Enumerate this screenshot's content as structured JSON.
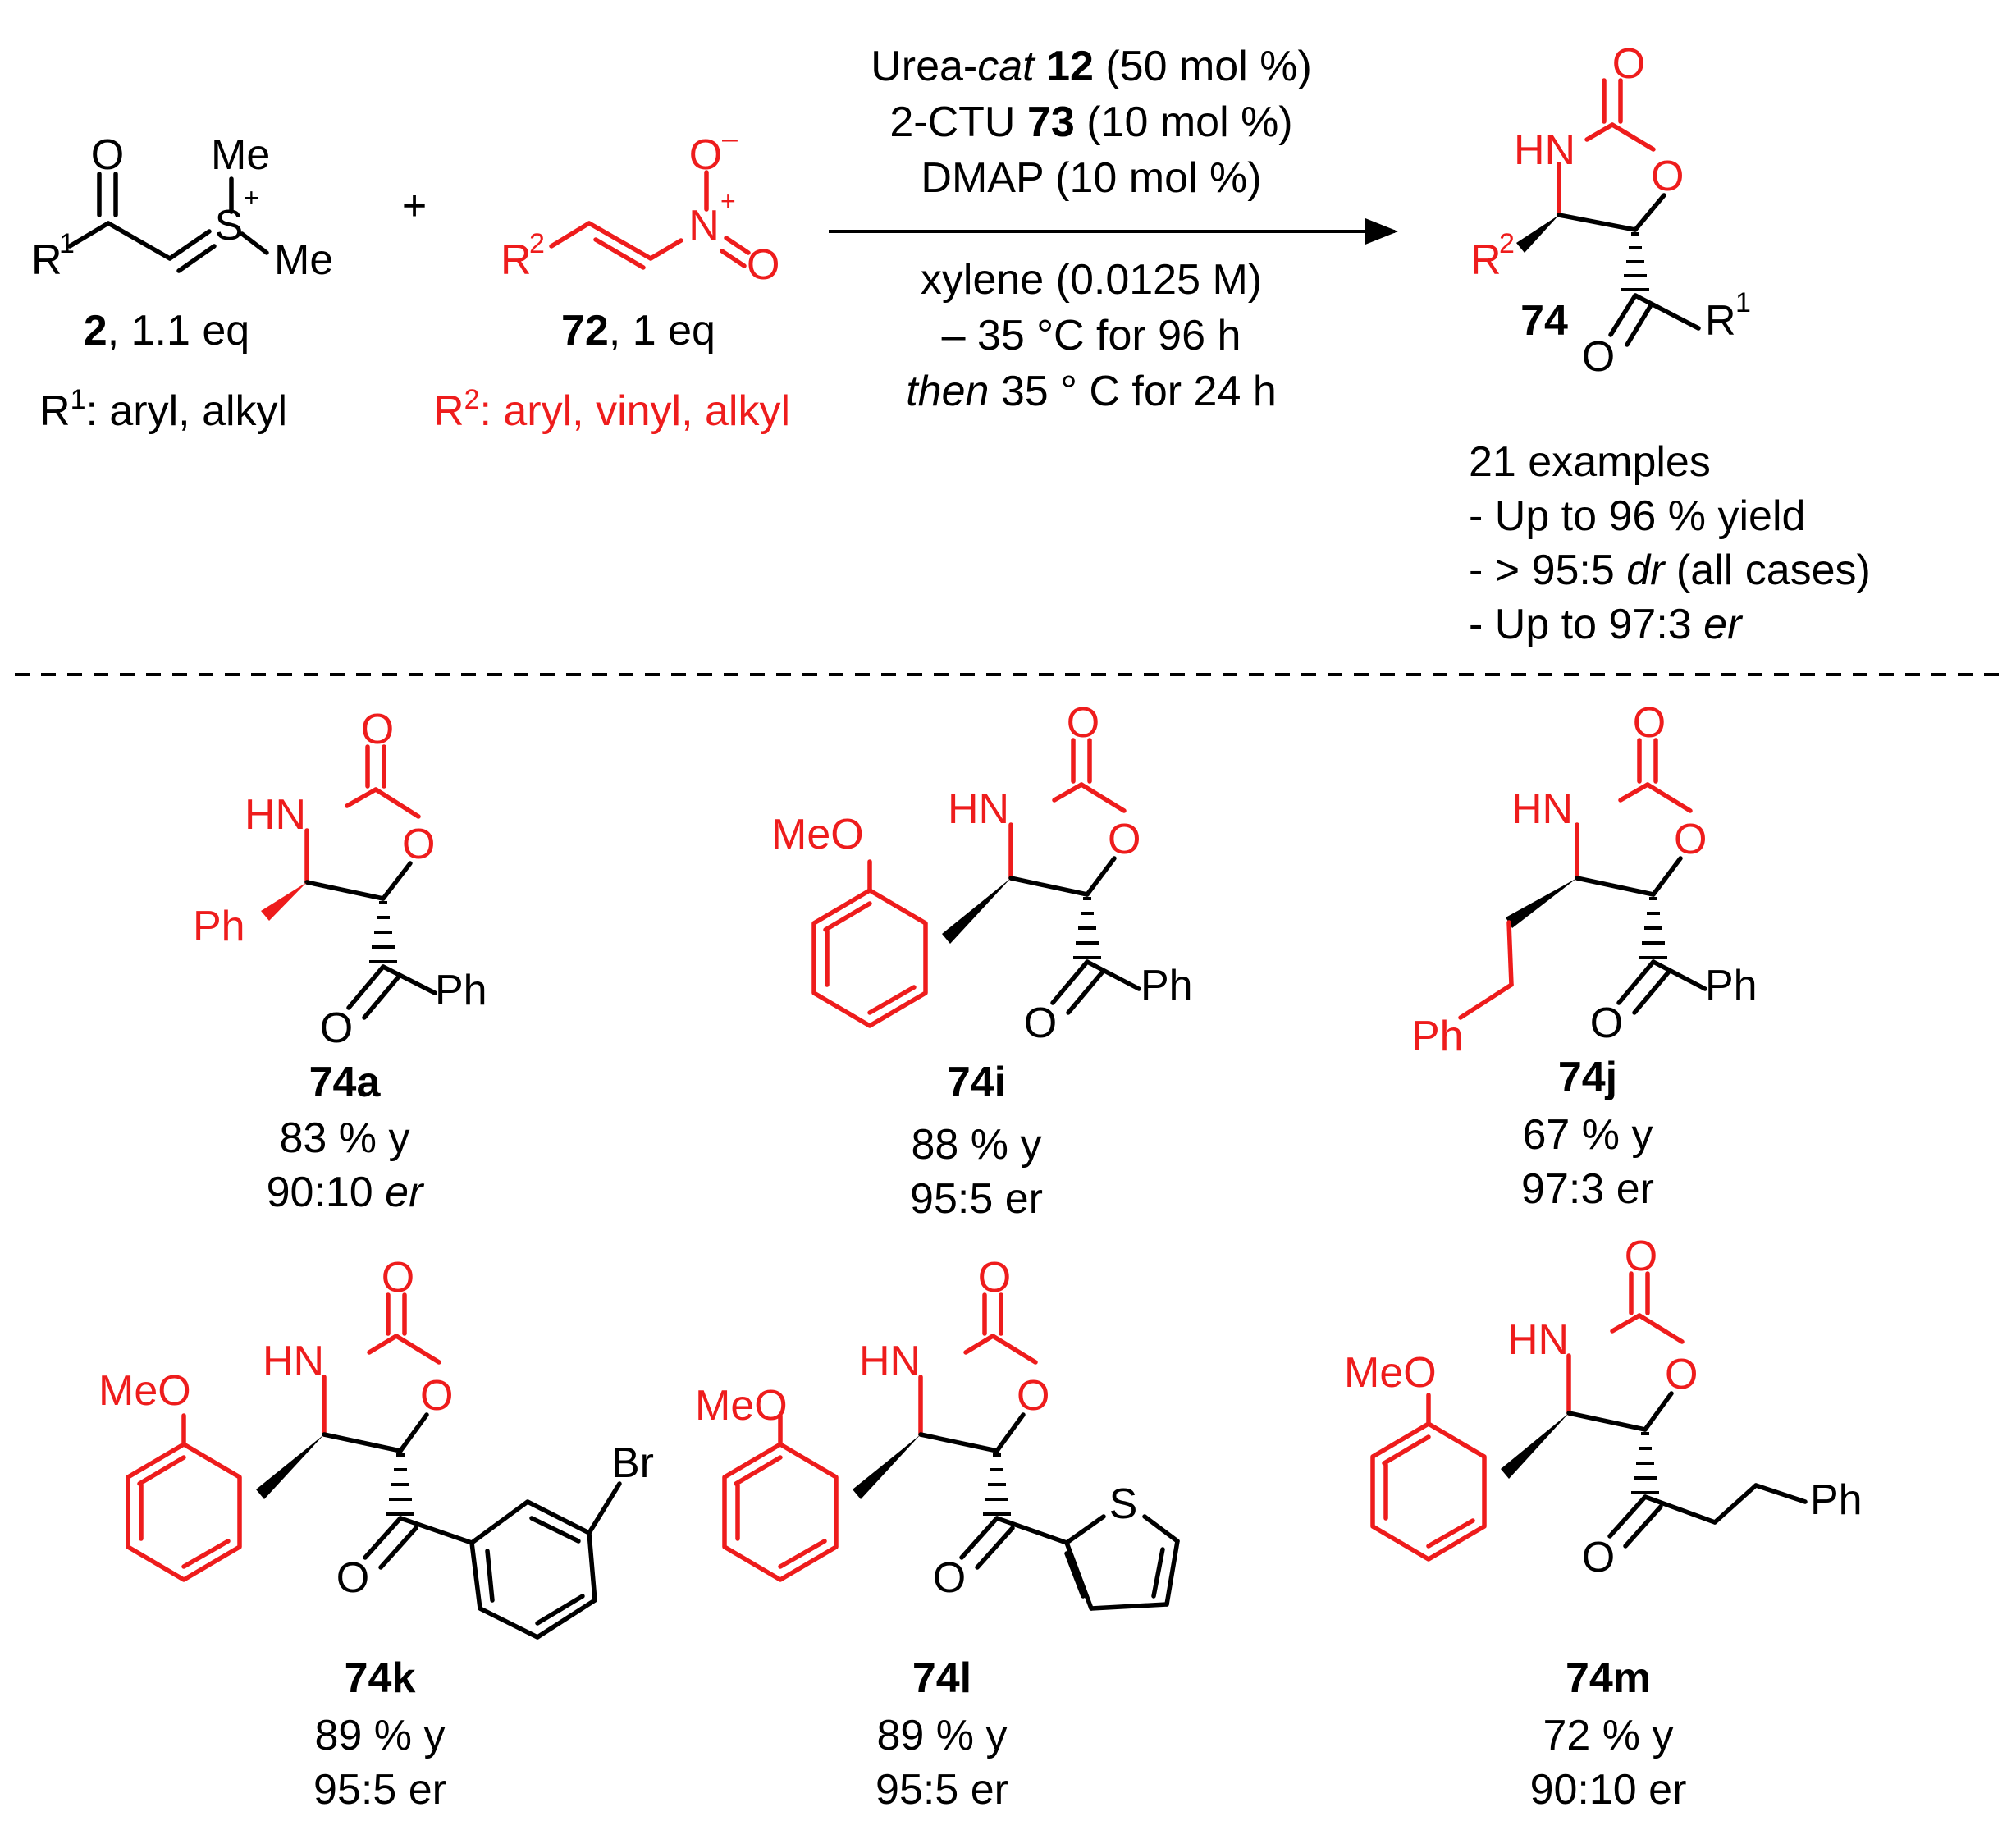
{
  "colors": {
    "highlight": "#ee1c1c",
    "text": "#000000"
  },
  "reactants": {
    "ylide": {
      "atoms": {
        "O": "O",
        "S": "S",
        "plus": "+",
        "Me1": "Me",
        "Me2": "Me",
        "R": "R",
        "R_sup": "1"
      },
      "compound_id": "2",
      "amount": ", 1.1 eq",
      "r_label": "R",
      "r_sup": "1",
      "r_desc": ": aryl, alkyl"
    },
    "plus_sign": "+",
    "nitroalkene": {
      "atoms": {
        "O_top": "O",
        "minus": "–",
        "N": "N",
        "plus": "+",
        "O_right": "O",
        "R": "R",
        "R_sup": "2"
      },
      "compound_id": "72",
      "amount": ", 1 eq",
      "r_label": "R",
      "r_sup": "2",
      "r_desc": ": aryl, vinyl, alkyl"
    }
  },
  "conditions": {
    "line1_a": "Urea-",
    "line1_b": "cat",
    "line1_c": "12",
    "line1_d": " (50 mol %)",
    "line2_a": "2-CTU ",
    "line2_b": "73",
    "line2_c": " (10 mol %)",
    "line3": "DMAP (10 mol %)",
    "line4": "xylene (0.0125 M)",
    "line5": "– 35 °C for 96 h",
    "line6_a": "then",
    "line6_b": " 35 ° C for 24 h"
  },
  "product": {
    "atoms": {
      "O_top": "O",
      "HN": "HN",
      "O_ring": "O",
      "R2": "R",
      "R2_sup": "2",
      "O_ketone": "O",
      "R1": "R",
      "R1_sup": "1"
    },
    "compound_id": "74",
    "summary": {
      "line1": "21 examples",
      "line2": "- Up to 96 % yield",
      "line3_a": "- > 95:5 ",
      "line3_b": "dr",
      "line3_c": " (all cases)",
      "line4_a": "- Up to 97:3 ",
      "line4_b": "er"
    }
  },
  "examples": [
    {
      "id": "74a",
      "yield": "83 % y",
      "er": "90:10 ",
      "er_suffix": "er",
      "aryl_label": "Ph",
      "acyl_label": "Ph",
      "O_top": "O",
      "HN": "HN",
      "O_ring": "O",
      "O_ketone": "O"
    },
    {
      "id": "74i",
      "yield": "88 % y",
      "er": "95:5 er",
      "meo": "MeO",
      "acyl_label": "Ph",
      "O_top": "O",
      "HN": "HN",
      "O_ring": "O",
      "O_ketone": "O"
    },
    {
      "id": "74j",
      "yield": "67 % y",
      "er": "97:3 er",
      "chain_label": "Ph",
      "acyl_label": "Ph",
      "O_top": "O",
      "HN": "HN",
      "O_ring": "O",
      "O_ketone": "O"
    },
    {
      "id": "74k",
      "yield": "89 % y",
      "er": "95:5 er",
      "meo": "MeO",
      "br": "Br",
      "O_top": "O",
      "HN": "HN",
      "O_ring": "O",
      "O_ketone": "O"
    },
    {
      "id": "74l",
      "yield": "89 % y",
      "er": "95:5 er",
      "meo": "MeO",
      "s": "S",
      "O_top": "O",
      "HN": "HN",
      "O_ring": "O",
      "O_ketone": "O"
    },
    {
      "id": "74m",
      "yield": "72 % y",
      "er": "90:10 er",
      "meo": "MeO",
      "chain_label": "Ph",
      "O_top": "O",
      "HN": "HN",
      "O_ring": "O",
      "O_ketone": "O"
    }
  ]
}
